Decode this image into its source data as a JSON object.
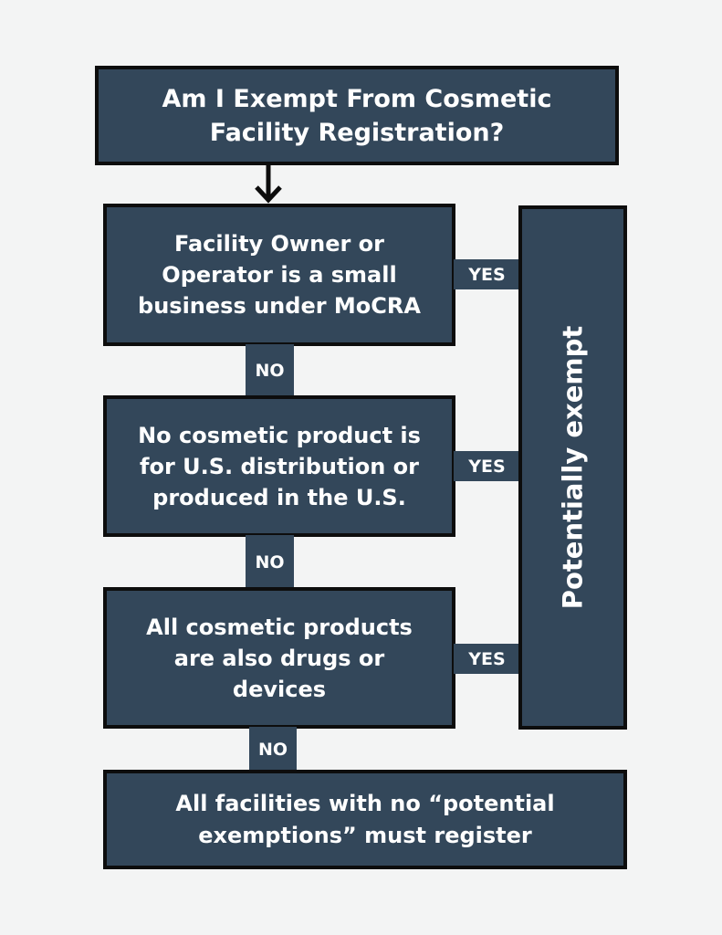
{
  "title": "Am I Exempt From Cosmetic\nFacility Registration?",
  "questions": [
    {
      "text": "Facility Owner or\nOperator is a small\nbusiness under MoCRA",
      "yes_label": "YES",
      "no_label": "NO"
    },
    {
      "text": "No cosmetic product is\nfor U.S. distribution or\nproduced in the U.S.",
      "yes_label": "YES",
      "no_label": "NO"
    },
    {
      "text": "All cosmetic products\nare also drugs or\ndevices",
      "yes_label": "YES",
      "no_label": "NO"
    }
  ],
  "result_exempt": "Potentially exempt",
  "result_register": "All facilities with no “potential\nexemptions” must register",
  "colors": {
    "box_fill": "#33475a",
    "box_border": "#0d0d0d",
    "background": "#f3f4f4",
    "text": "#ffffff"
  }
}
